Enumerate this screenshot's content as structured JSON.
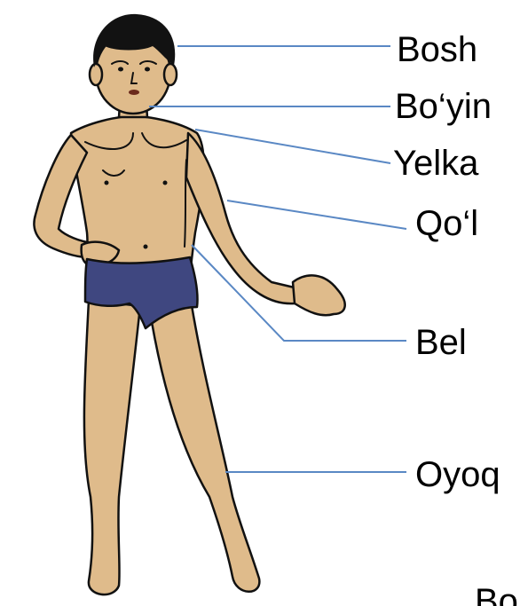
{
  "labels": {
    "head": "Bosh",
    "neck": "Bo‘yin",
    "shoulder": "Yelka",
    "arm": "Qo‘l",
    "waist": "Bel",
    "leg": "Oyoq",
    "foot": "Bo"
  },
  "colors": {
    "skin": "#dfbb8b",
    "outline": "#111111",
    "hair": "#121212",
    "shorts": "#3f4780",
    "leader_line": "#5a88c4",
    "text": "#000000"
  }
}
